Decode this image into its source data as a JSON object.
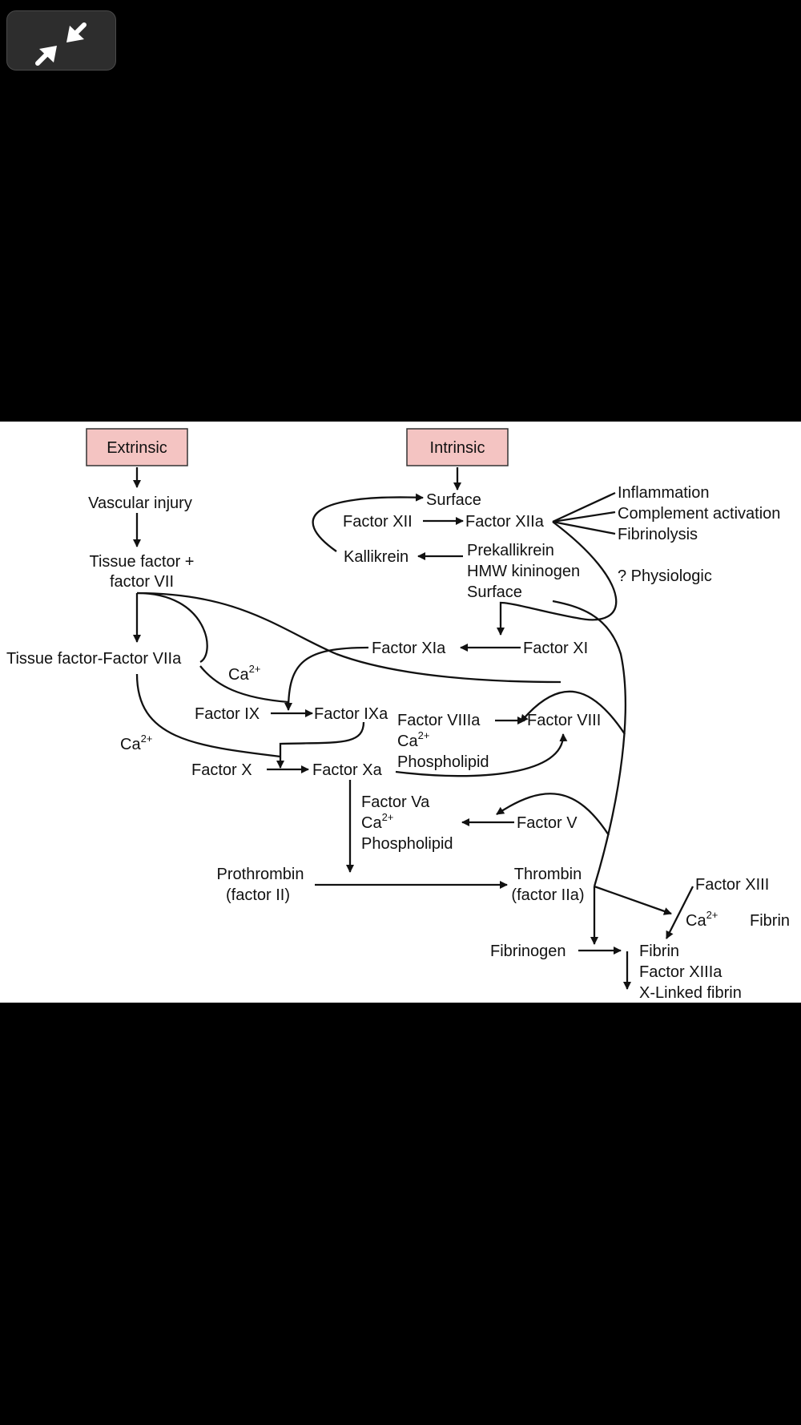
{
  "toolbar": {
    "exit_fullscreen_icon": "exit-fullscreen-icon"
  },
  "diagram": {
    "box_fill": "#f4c4c2",
    "pathways": {
      "extrinsic": "Extrinsic",
      "intrinsic": "Intrinsic"
    },
    "nodes": {
      "vascular_injury": "Vascular injury",
      "tissue_factor_1": "Tissue factor +",
      "tissue_factor_2": "factor VII",
      "tf_viia": "Tissue factor-Factor VIIa",
      "surface": "Surface",
      "factor_xii": "Factor XII",
      "factor_xiia": "Factor XIIa",
      "inflammation": "Inflammation",
      "complement": "Complement activation",
      "fibrinolysis": "Fibrinolysis",
      "physiologic": "? Physiologic",
      "kallikrein": "Kallikrein",
      "prekallikrein": "Prekallikrein",
      "hmw_kininogen": "HMW kininogen",
      "surface2": "Surface",
      "factor_xia": "Factor XIa",
      "factor_xi": "Factor XI",
      "factor_ix": "Factor IX",
      "factor_ixa": "Factor IXa",
      "factor_viiia": "Factor VIIIa",
      "phospholipid1": "Phospholipid",
      "factor_viii": "Factor VIII",
      "factor_x": "Factor X",
      "factor_xa": "Factor Xa",
      "factor_va": "Factor Va",
      "phospholipid2": "Phospholipid",
      "factor_v": "Factor V",
      "prothrombin_1": "Prothrombin",
      "prothrombin_2": "(factor II)",
      "thrombin_1": "Thrombin",
      "thrombin_2": "(factor IIa)",
      "factor_xiii": "Factor XIII",
      "fibrin_right": "Fibrin",
      "fibrinogen": "Fibrinogen",
      "fibrin": "Fibrin",
      "factor_xiiia": "Factor XIIIa",
      "x_linked": "X-Linked fibrin"
    },
    "ion": {
      "ca": "Ca",
      "charge": "2+"
    }
  }
}
